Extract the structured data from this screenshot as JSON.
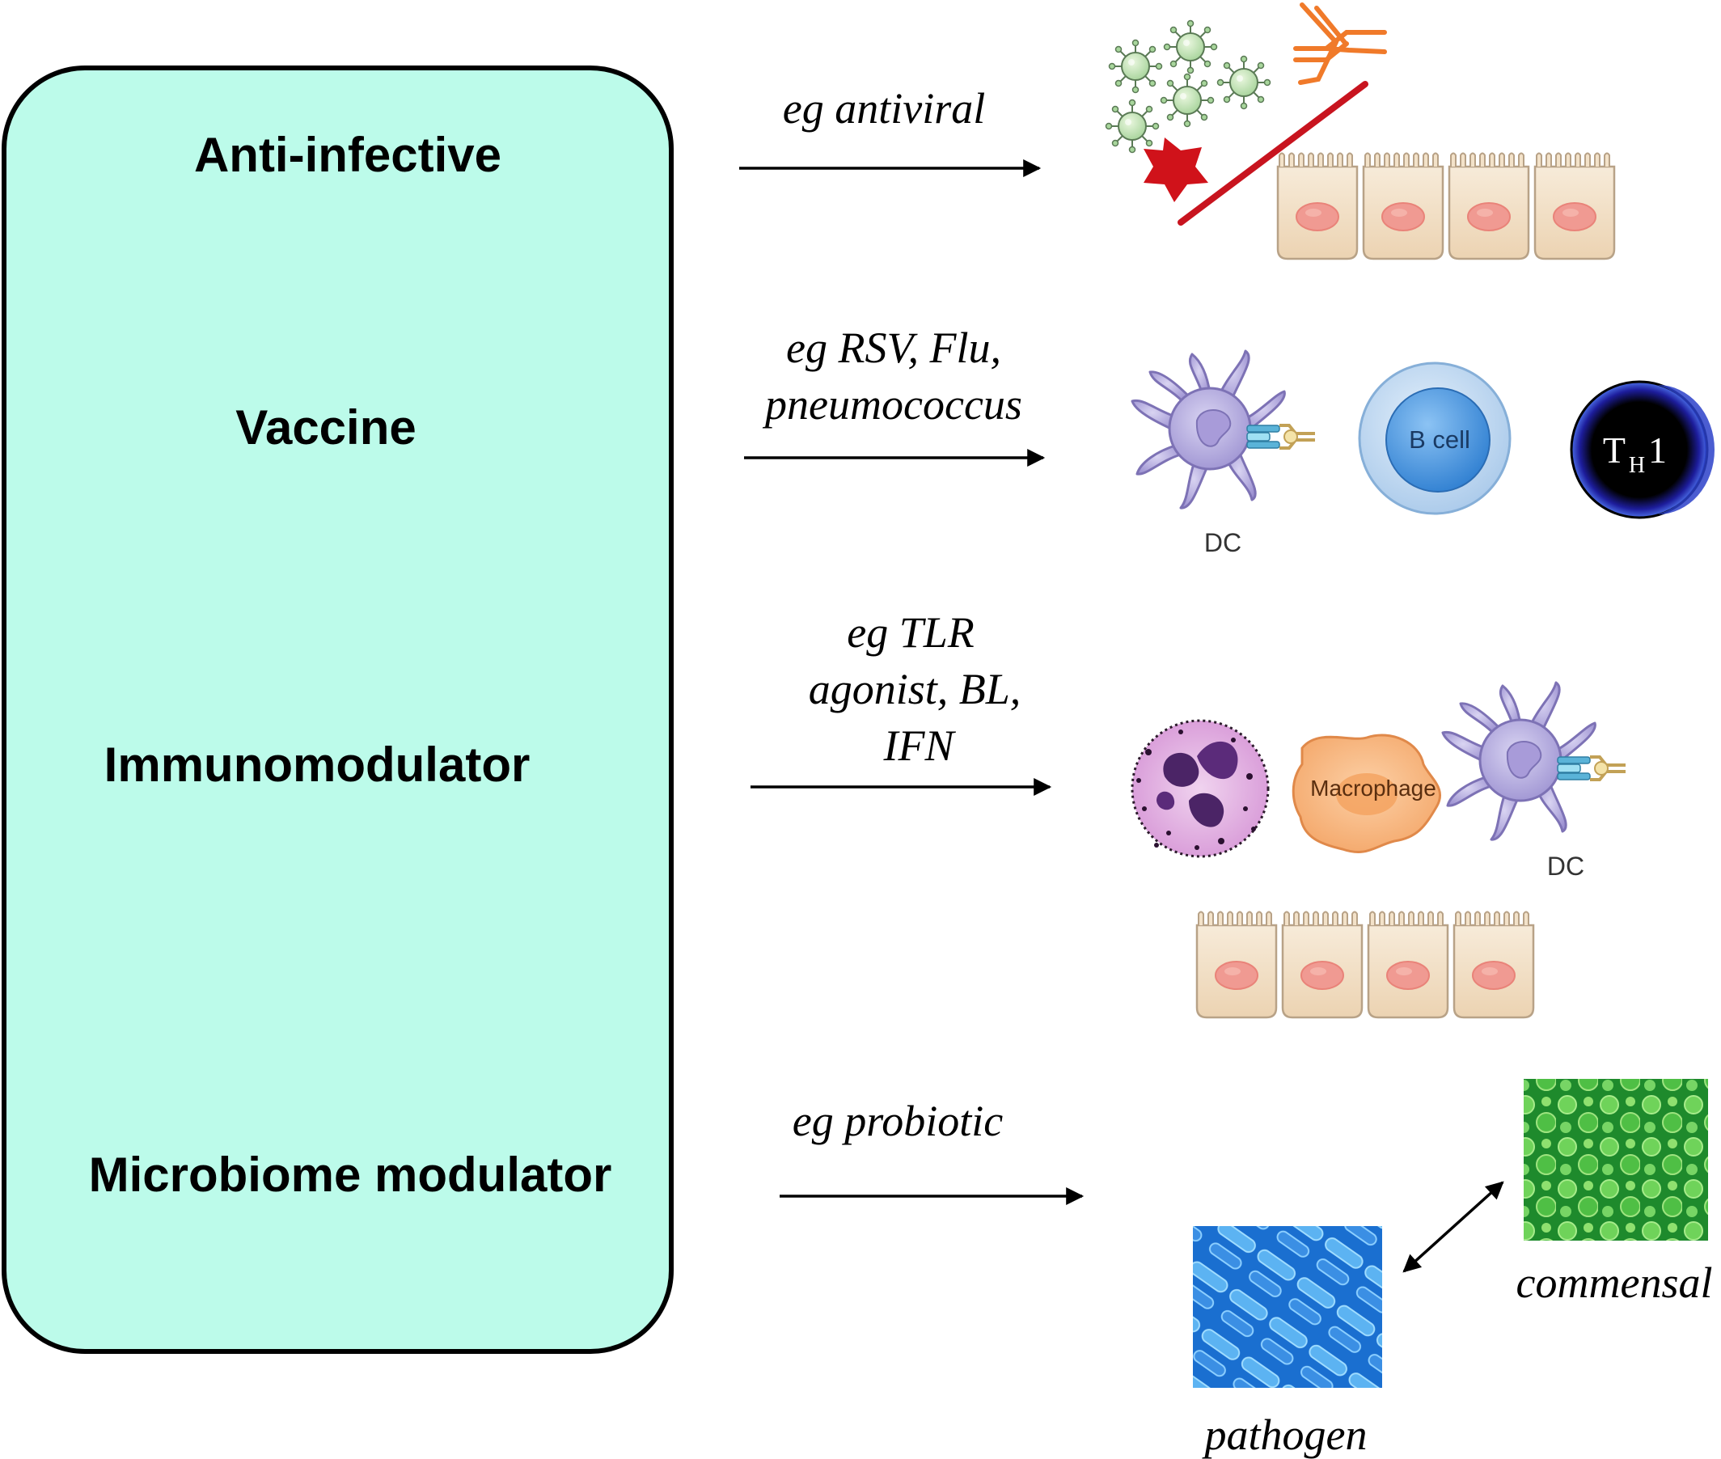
{
  "panel": {
    "fill": "#bcfbea",
    "categories": [
      {
        "label": "Anti-infective",
        "example_lines": [
          "eg  antiviral"
        ]
      },
      {
        "label": "Vaccine",
        "example_lines": [
          "eg  RSV, Flu,",
          "pneumococcus"
        ]
      },
      {
        "label": "Immunomodulator",
        "example_lines": [
          "eg  TLR",
          "agonist, BL,",
          "IFN"
        ]
      },
      {
        "label": "Microbiome modulator",
        "example_lines": [
          "eg  probiotic"
        ]
      }
    ]
  },
  "cells": {
    "dc": "DC",
    "bcell": "B cell",
    "th1_main": "T",
    "th1_sub": "H",
    "th1_num": "1",
    "macrophage": "Macrophage",
    "commensal": "commensal",
    "pathogen": "pathogen"
  }
}
